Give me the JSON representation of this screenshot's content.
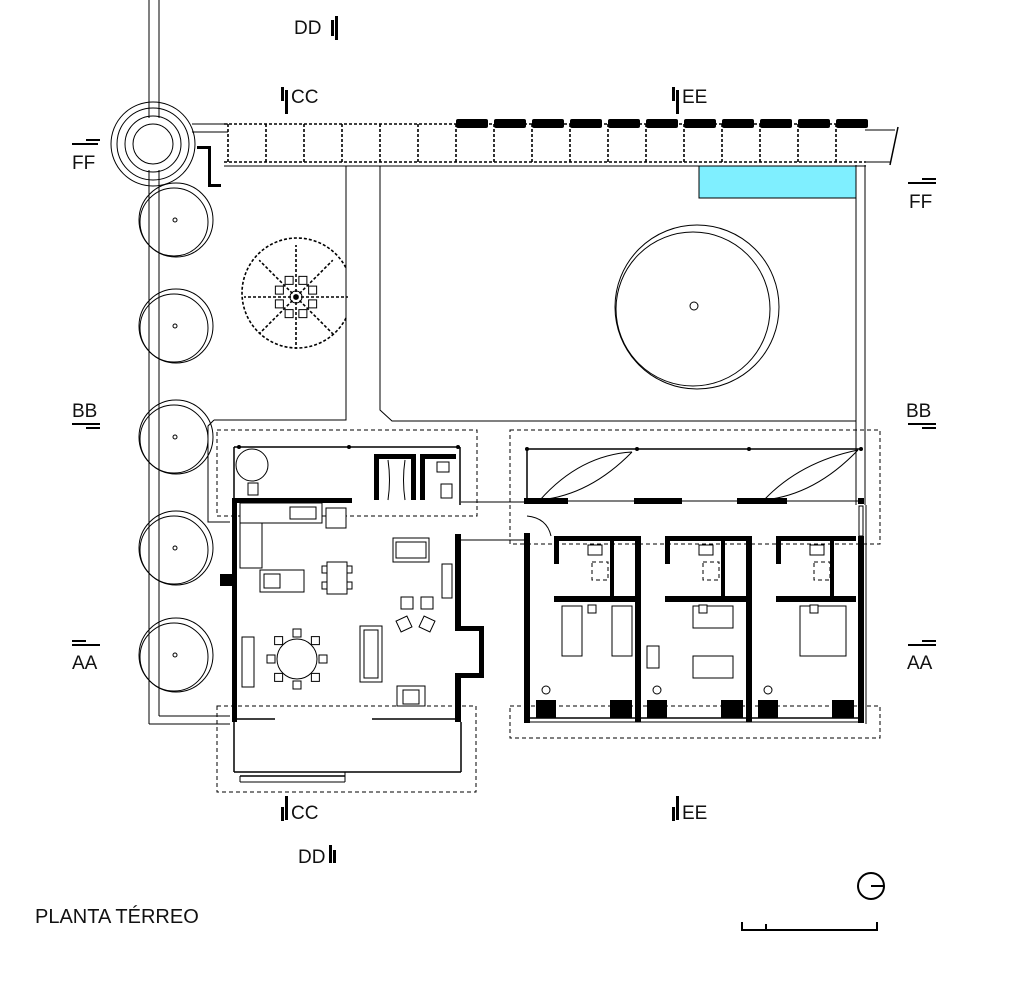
{
  "title": "PLANTA TÉRREO",
  "sections": {
    "cc_top": "CC",
    "cc_bottom": "CC",
    "dd_top": "DD",
    "dd_bottom": "DD",
    "ee_top": "EE",
    "ee_bottom": "EE",
    "ff_left": "FF",
    "ff_right": "FF",
    "bb_left": "BB",
    "bb_right": "BB",
    "aa_left": "AA",
    "aa_right": "AA"
  },
  "colors": {
    "pool": "#7fefff",
    "line": "#000000",
    "background": "#ffffff"
  },
  "icons": {
    "north": "north-arrow-icon",
    "scale": "scale-bar-icon"
  }
}
